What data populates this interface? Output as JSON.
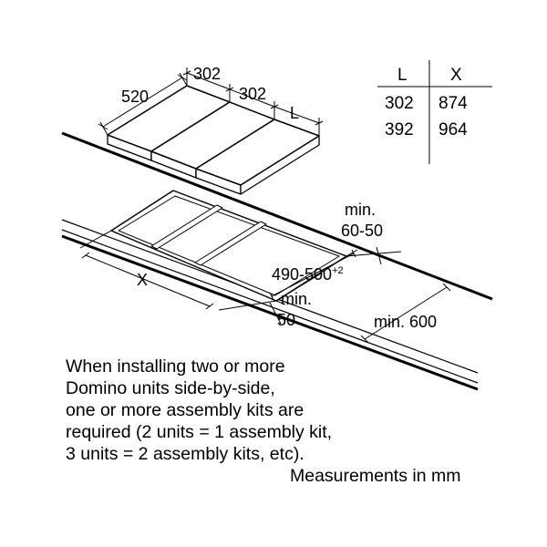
{
  "diagram": {
    "dimensions": {
      "depth": "520",
      "width_unit_1": "302",
      "width_unit_2": "302",
      "width_unit_l": "L",
      "cutout_x": "X",
      "cutout_depth": "490-500",
      "cutout_depth_tolerance": "+2",
      "front_clearance_line1": "min.",
      "front_clearance_line2": "50",
      "back_clearance_line1": "min.",
      "back_clearance_line2": "60-50",
      "worktop_depth": "min. 600"
    },
    "table": {
      "headers": [
        "L",
        "X"
      ],
      "rows": [
        [
          "302",
          "874"
        ],
        [
          "392",
          "964"
        ]
      ]
    }
  },
  "note": {
    "lines": [
      "When installing two or more",
      "Domino units side-by-side,",
      "one or more assembly kits are",
      "required (2 units = 1 assembly kit,",
      "3 units = 2 assembly kits, etc)."
    ]
  },
  "units_label": "Measurements in mm"
}
